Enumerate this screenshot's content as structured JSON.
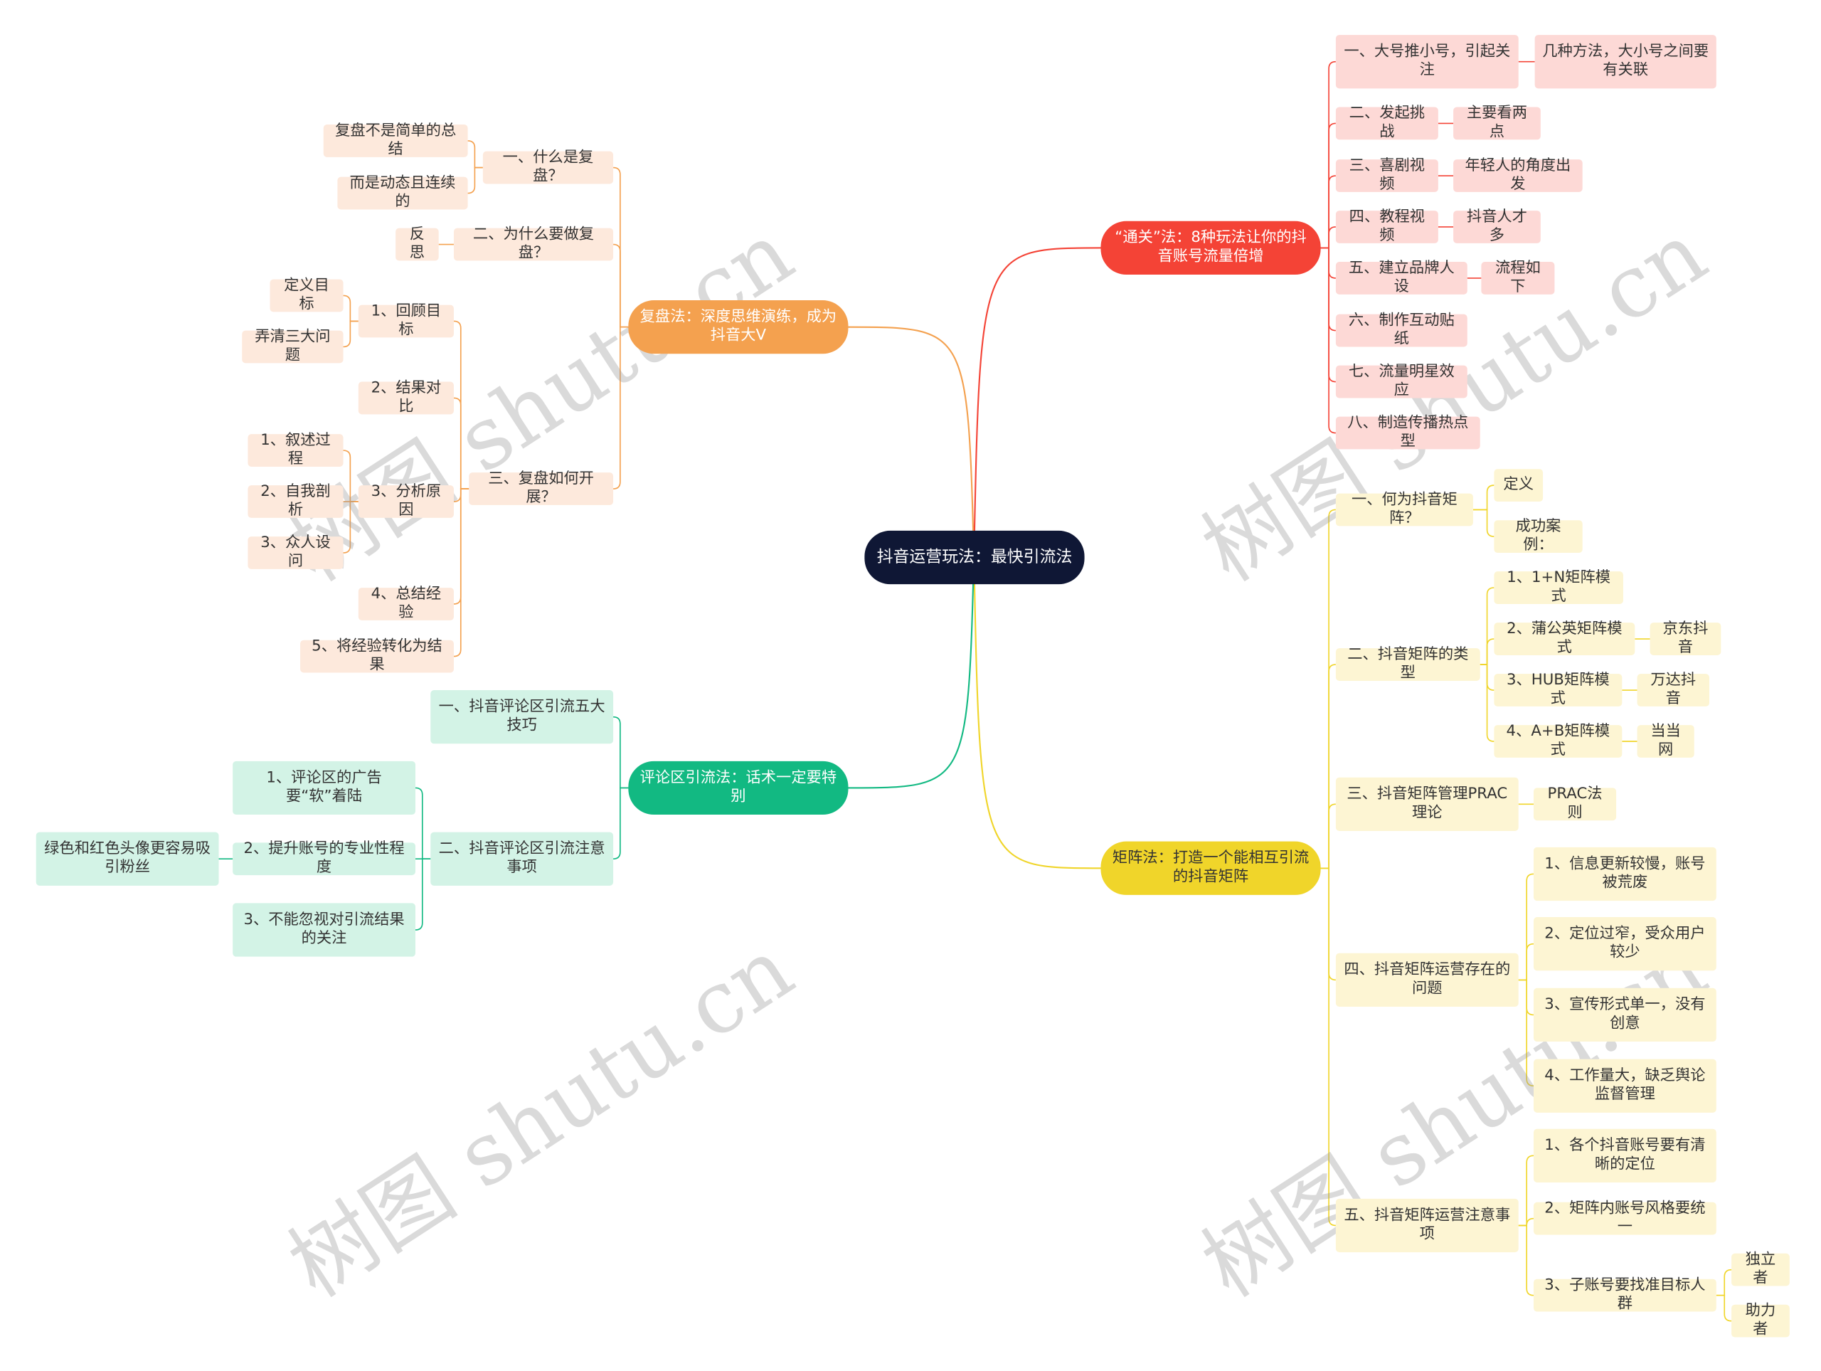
{
  "root": "抖音运营玩法：最快引流法",
  "watermark": "树图 shutu.cn",
  "colors": {
    "red": "#f44336",
    "orange": "#f4a14f",
    "green": "#12b982",
    "yellow": "#f0d52a",
    "root": "#0f1735"
  },
  "branches": {
    "tongguan": {
      "title": "“通关”法：8种玩法让你的抖音账号流量倍增",
      "items": [
        {
          "label": "一、大号推小号，引起关注",
          "child": "几种方法，大小号之间要有关联"
        },
        {
          "label": "二、发起挑战",
          "child": "主要看两点"
        },
        {
          "label": "三、喜剧视频",
          "child": "年轻人的角度出发"
        },
        {
          "label": "四、教程视频",
          "child": "抖音人才多"
        },
        {
          "label": "五、建立品牌人设",
          "child": "流程如下"
        },
        {
          "label": "六、制作互动贴纸"
        },
        {
          "label": "七、流量明星效应"
        },
        {
          "label": "八、制造传播热点型"
        }
      ]
    },
    "juzhen": {
      "title": "矩阵法：打造一个能相互引流的抖音矩阵",
      "q1": {
        "label": "一、何为抖音矩阵？",
        "children": [
          "定义",
          "成功案例："
        ]
      },
      "q2": {
        "label": "二、抖音矩阵的类型",
        "children": [
          {
            "label": "1、1+N矩阵模式"
          },
          {
            "label": "2、蒲公英矩阵模式",
            "child": "京东抖音"
          },
          {
            "label": "3、HUB矩阵模式",
            "child": "万达抖音"
          },
          {
            "label": "4、A+B矩阵模式",
            "child": "当当网"
          }
        ]
      },
      "q3": {
        "label": "三、抖音矩阵管理PRAC理论",
        "child": "PRAC法则"
      },
      "q4": {
        "label": "四、抖音矩阵运营存在的问题",
        "children": [
          "1、信息更新较慢，账号被荒废",
          "2、定位过窄，受众用户较少",
          "3、宣传形式单一，没有创意",
          "4、工作量大，缺乏舆论监督管理"
        ]
      },
      "q5": {
        "label": "五、抖音矩阵运营注意事项",
        "children": [
          {
            "label": "1、各个抖音账号要有清晰的定位"
          },
          {
            "label": "2、矩阵内账号风格要统一"
          },
          {
            "label": "3、子账号要找准目标人群",
            "children": [
              "独立者",
              "助力者"
            ]
          }
        ]
      }
    },
    "fupan": {
      "title": "复盘法：深度思维演练，成为抖音大V",
      "q1": {
        "label": "一、什么是复盘？",
        "children": [
          "复盘不是简单的总结",
          "而是动态且连续的"
        ]
      },
      "q2": {
        "label": "二、为什么要做复盘？",
        "child": "反思"
      },
      "q3": {
        "label": "三、复盘如何开展？",
        "children": [
          {
            "label": "1、回顾目标",
            "children": [
              "定义目标",
              "弄清三大问题"
            ]
          },
          {
            "label": "2、结果对比"
          },
          {
            "label": "3、分析原因",
            "children": [
              "1、叙述过程",
              "2、自我剖析",
              "3、众人设问"
            ]
          },
          {
            "label": "4、总结经验"
          },
          {
            "label": "5、将经验转化为结果"
          }
        ]
      }
    },
    "pinglun": {
      "title": "评论区引流法：话术一定要特别",
      "q1": {
        "label": "一、抖音评论区引流五大技巧"
      },
      "q2": {
        "label": "二、抖音评论区引流注意事项",
        "children": [
          {
            "label": "1、评论区的广告要“软”着陆"
          },
          {
            "label": "2、提升账号的专业性程度",
            "child": "绿色和红色头像更容易吸引粉丝"
          },
          {
            "label": "3、不能忽视对引流结果的关注"
          }
        ]
      }
    }
  }
}
